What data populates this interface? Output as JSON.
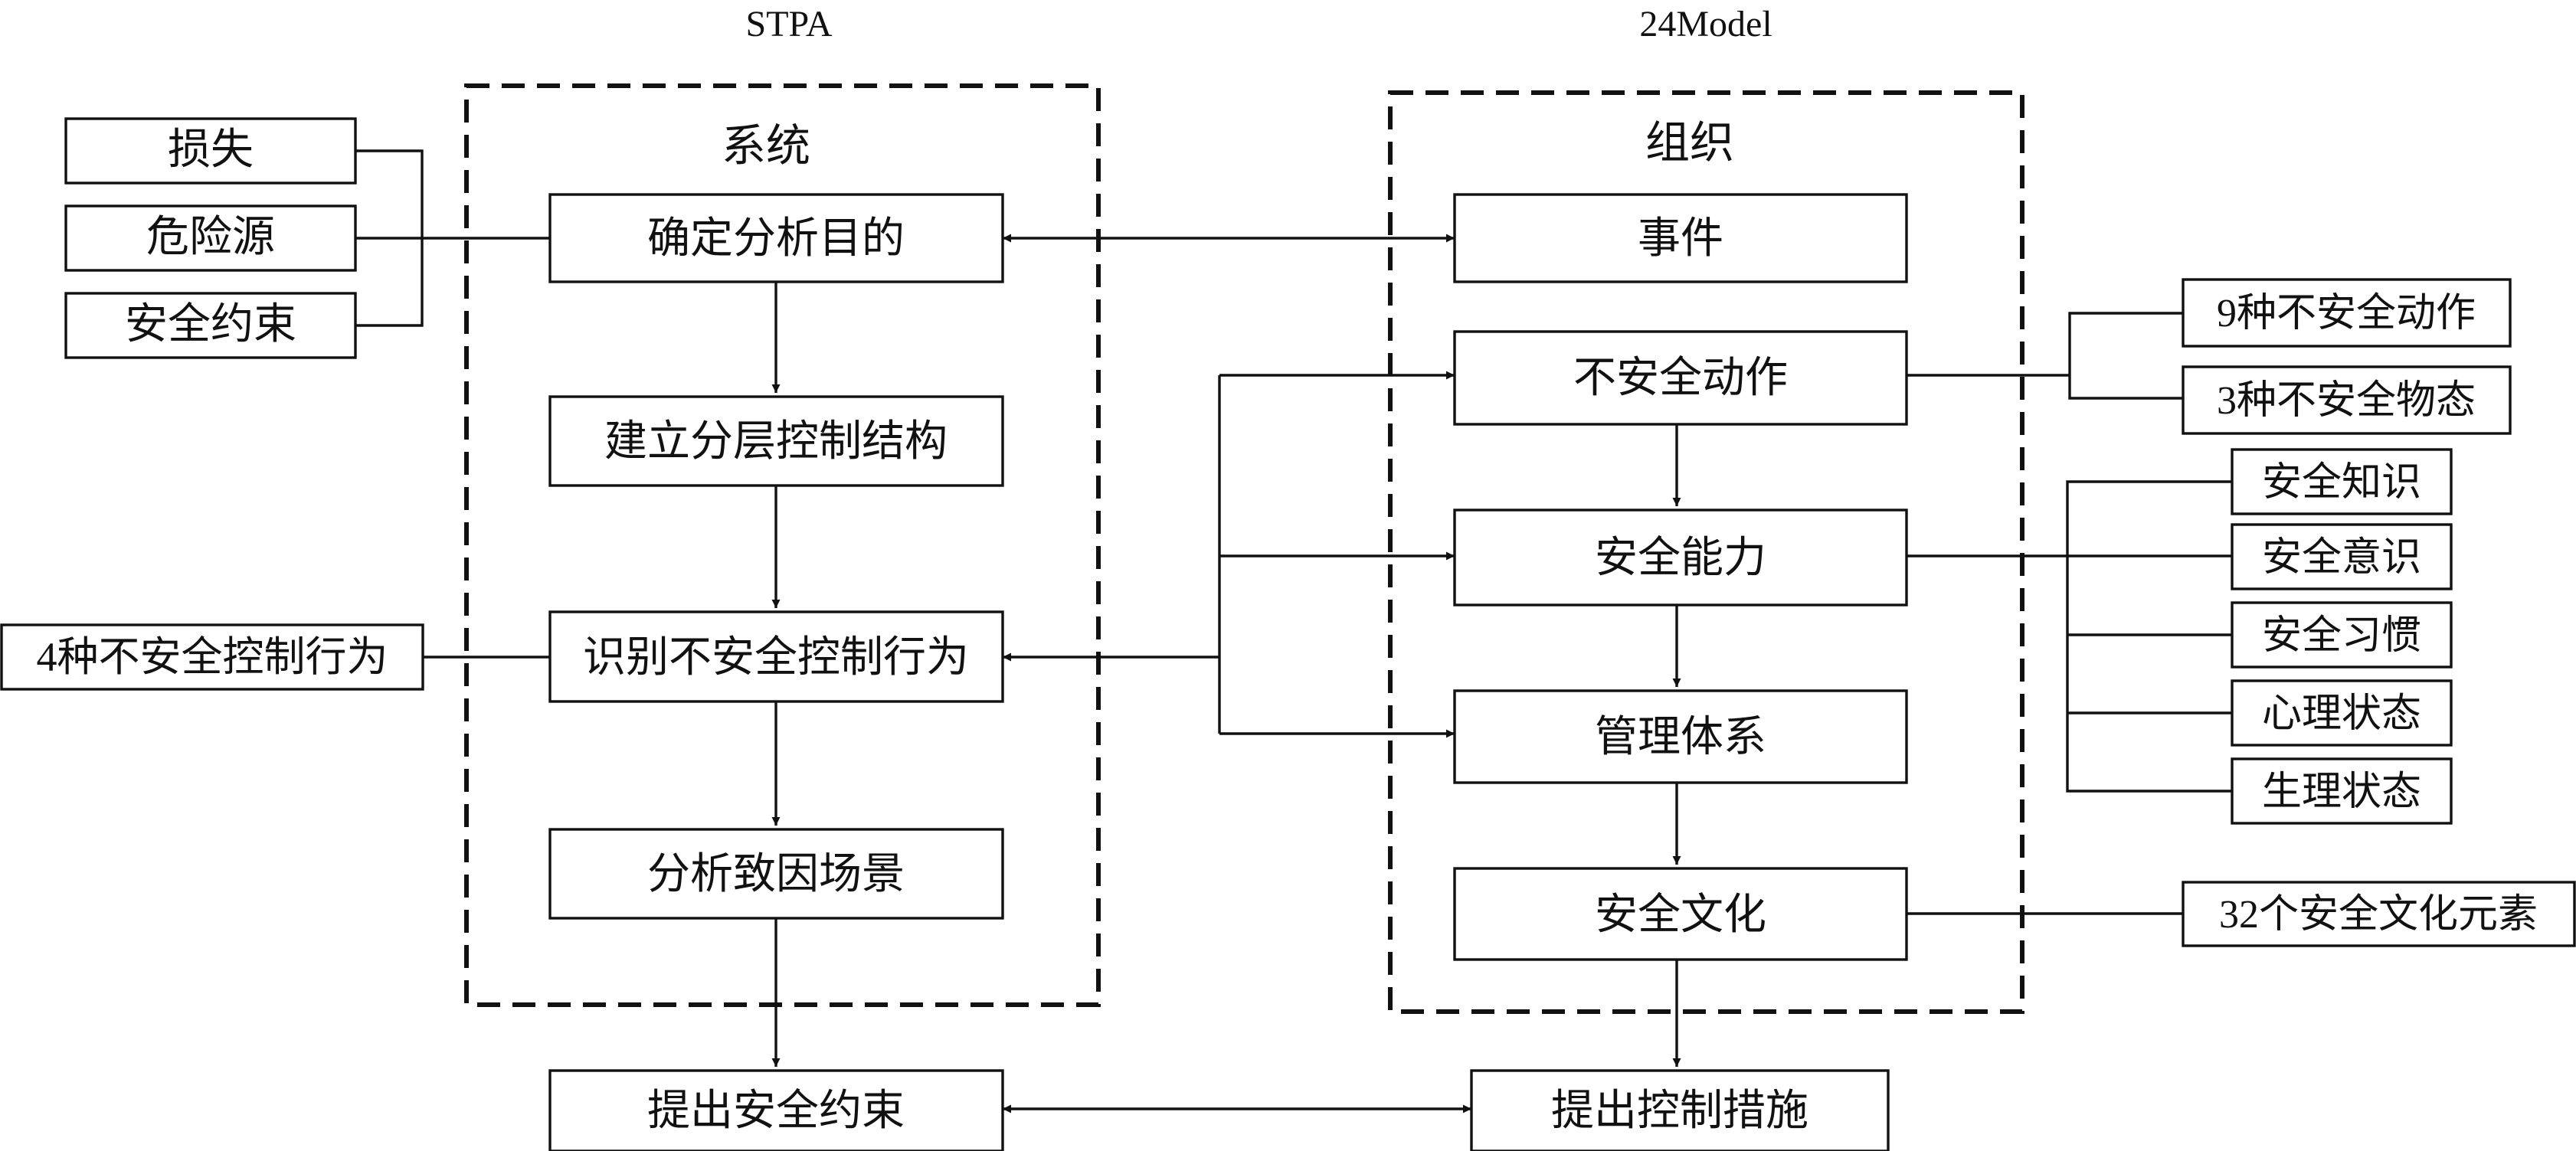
{
  "titles": {
    "left": "STPA",
    "right": "24Model"
  },
  "groups": {
    "left": "系统",
    "right": "组织"
  },
  "stpa_steps": [
    "确定分析目的",
    "建立分层控制结构",
    "识别不安全控制行为",
    "分析致因场景"
  ],
  "model_steps": [
    "事件",
    "不安全动作",
    "安全能力",
    "管理体系",
    "安全文化"
  ],
  "outputs": {
    "left": "提出安全约束",
    "right": "提出控制措施"
  },
  "left_inputs": [
    "损失",
    "危险源",
    "安全约束"
  ],
  "left_side_note": "4种不安全控制行为",
  "right_notes": {
    "unsafe_acts": [
      "9种不安全动作",
      "3种不安全物态"
    ],
    "safety_ability": [
      "安全知识",
      "安全意识",
      "安全习惯",
      "心理状态",
      "生理状态"
    ],
    "safety_culture": "32个安全文化元素"
  }
}
